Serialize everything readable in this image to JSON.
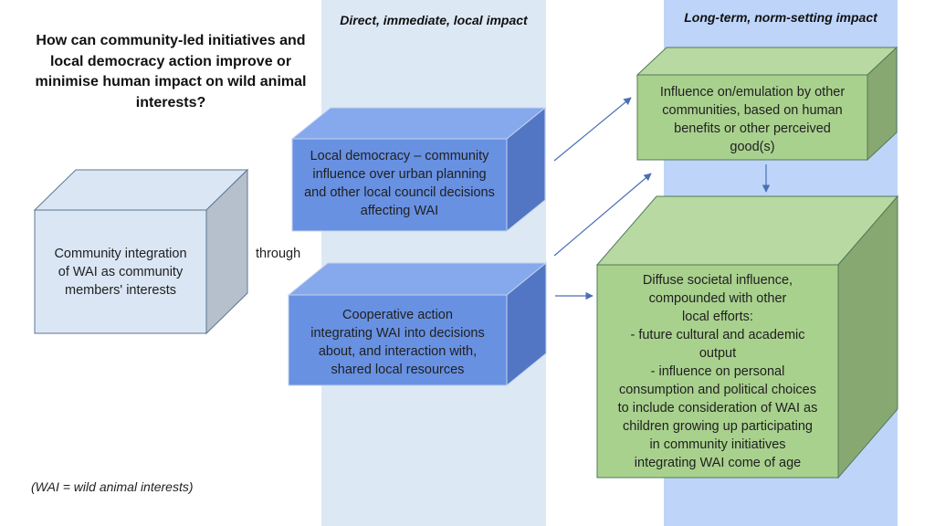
{
  "title_question": "How can community-led initiatives and local democracy action improve or minimise human impact on wild animal interests?",
  "columns": {
    "direct": {
      "label": "Direct, immediate, local  impact",
      "color": "#dde8f5"
    },
    "long_term": {
      "label": "Long-term, norm-setting impact",
      "color": "#bed4f9"
    }
  },
  "connector_label": "through",
  "footnote": "(WAI = wild animal interests)",
  "boxes": {
    "origin": {
      "lines": [
        "Community integration",
        "of WAI as community",
        "members' interests"
      ],
      "colors": {
        "front": "#dae6f4",
        "top": "#dae6f4",
        "side": "#b5c0cc",
        "stroke": "#5e7691"
      }
    },
    "local_democracy": {
      "lines": [
        "Local democracy – community",
        "influence over urban planning",
        "and other local council decisions",
        "affecting WAI"
      ],
      "colors": {
        "front": "#6891e2",
        "top": "#86a8ec",
        "side": "#5276c4",
        "stroke": "#c5d3ee"
      }
    },
    "cooperative_action": {
      "lines": [
        "Cooperative action",
        "integrating WAI into decisions",
        "about, and interaction with,",
        "shared local resources"
      ],
      "colors": {
        "front": "#6891e2",
        "top": "#86a8ec",
        "side": "#5276c4",
        "stroke": "#c5d3ee"
      }
    },
    "emulation": {
      "lines": [
        "Influence on/emulation by other",
        "communities, based on human",
        "benefits or other perceived",
        "good(s)"
      ],
      "colors": {
        "front": "#a9d18e",
        "top": "#b8d9a1",
        "side": "#88a872",
        "stroke": "#527a58"
      }
    },
    "diffuse": {
      "lines": [
        "Diffuse societal influence,",
        "compounded with other",
        "local efforts:",
        "- future cultural and academic",
        "output",
        "- influence on personal",
        "consumption and political choices",
        "to include consideration of WAI as",
        "children growing up participating",
        "in community initiatives",
        "integrating WAI come of age"
      ],
      "colors": {
        "front": "#a9d18e",
        "top": "#b8d9a1",
        "side": "#88a872",
        "stroke": "#527a58"
      }
    }
  },
  "arrow_color": "#4a6fb5"
}
